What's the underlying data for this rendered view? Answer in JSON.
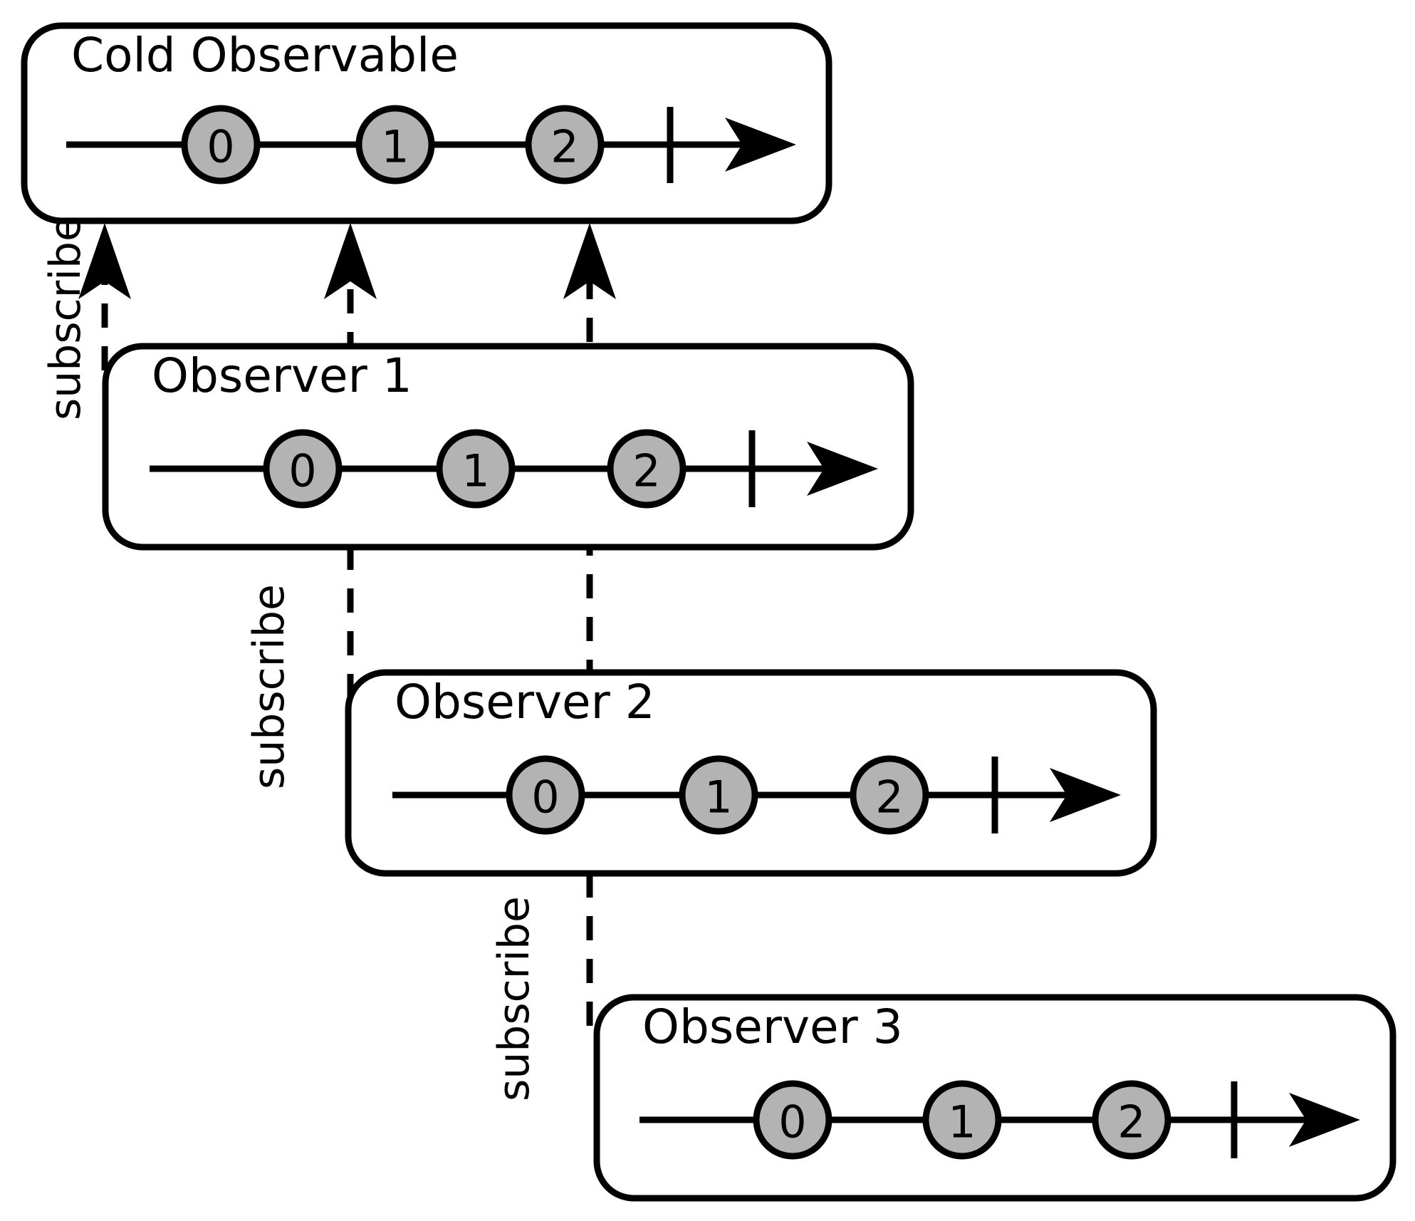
{
  "diagram": {
    "title_visible": false,
    "colors": {
      "node_fill": "#b3b3b3",
      "stroke": "#000000",
      "background": "#ffffff"
    },
    "boxes": [
      {
        "id": "cold-observable",
        "label": "Cold Observable",
        "events": [
          "0",
          "1",
          "2"
        ],
        "has_completion_tick": true,
        "has_arrow": true
      },
      {
        "id": "observer-1",
        "label": "Observer 1",
        "events": [
          "0",
          "1",
          "2"
        ],
        "has_completion_tick": true,
        "has_arrow": true
      },
      {
        "id": "observer-2",
        "label": "Observer 2",
        "events": [
          "0",
          "1",
          "2"
        ],
        "has_completion_tick": true,
        "has_arrow": true
      },
      {
        "id": "observer-3",
        "label": "Observer 3",
        "events": [
          "0",
          "1",
          "2"
        ],
        "has_completion_tick": true,
        "has_arrow": true
      }
    ],
    "subscriptions": [
      {
        "id": "subscribe-1",
        "label": "subscribe",
        "from": "observer-1",
        "to": "cold-observable"
      },
      {
        "id": "subscribe-2",
        "label": "subscribe",
        "from": "observer-2",
        "to": "cold-observable"
      },
      {
        "id": "subscribe-3",
        "label": "subscribe",
        "from": "observer-3",
        "to": "cold-observable"
      }
    ]
  }
}
